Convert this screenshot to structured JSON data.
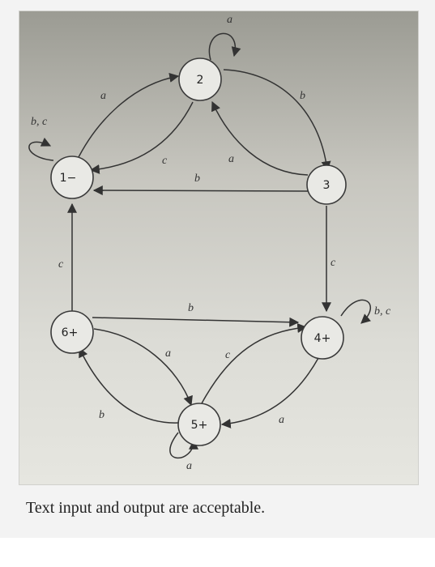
{
  "diagram": {
    "states": [
      {
        "id": "s1",
        "label": "1−"
      },
      {
        "id": "s2",
        "label": "2"
      },
      {
        "id": "s3",
        "label": "3"
      },
      {
        "id": "s4",
        "label": "4+"
      },
      {
        "id": "s5",
        "label": "5+"
      },
      {
        "id": "s6",
        "label": "6+"
      }
    ],
    "edges": [
      {
        "from": "1",
        "to": "2",
        "label": "a"
      },
      {
        "from": "2",
        "to": "1",
        "label": "c"
      },
      {
        "from": "2",
        "to": "2",
        "label": "a"
      },
      {
        "from": "2",
        "to": "3",
        "label": "b"
      },
      {
        "from": "3",
        "to": "2",
        "label": "a"
      },
      {
        "from": "3",
        "to": "1",
        "label": "b"
      },
      {
        "from": "1",
        "to": "1",
        "label": "b, c"
      },
      {
        "from": "6",
        "to": "1",
        "label": "c"
      },
      {
        "from": "3",
        "to": "4",
        "label": "c"
      },
      {
        "from": "4",
        "to": "4",
        "label": "b, c"
      },
      {
        "from": "6",
        "to": "4",
        "label": "b"
      },
      {
        "from": "6",
        "to": "5",
        "label": "a"
      },
      {
        "from": "5",
        "to": "4",
        "label": "c"
      },
      {
        "from": "4",
        "to": "5",
        "label": "a"
      },
      {
        "from": "5",
        "to": "6",
        "label": "b"
      },
      {
        "from": "5",
        "to": "5",
        "label": "a"
      }
    ]
  },
  "caption": "Text input and output are acceptable."
}
